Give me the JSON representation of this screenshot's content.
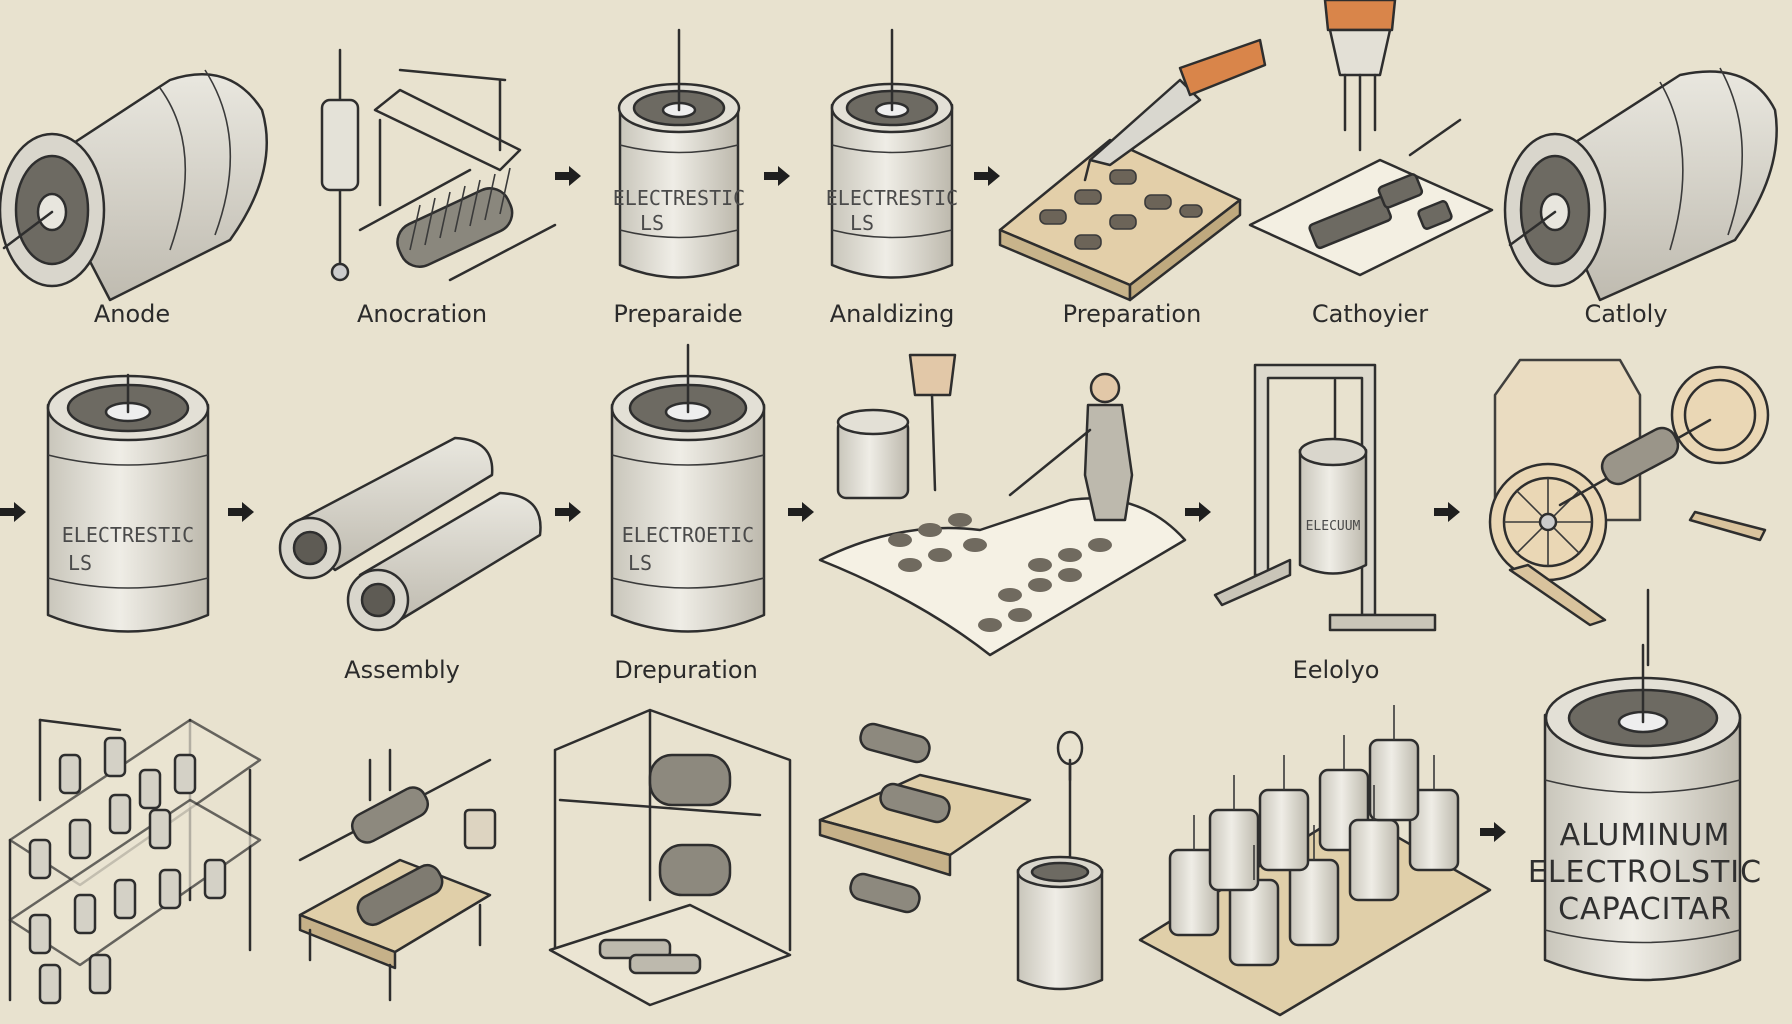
{
  "labels": {
    "anode": "Anode",
    "anodization": "Anocration",
    "preparaide": "Preparaide",
    "analdizing": "Analdizing",
    "preparation_1": "Preparation",
    "cathoyier": "Cathoyier",
    "catholy": "Catloly",
    "assembly": "Assembly",
    "drepuration": "Drepuration",
    "eelolyo": "Eelolyo"
  },
  "can_text": {
    "r1_can1": "ELECTRESTIC",
    "r1_can1_sub": "LS",
    "r1_can2": "ELECTRESTIC",
    "r1_can2_sub": "LS",
    "r2_can1": "ELECTRESTIC",
    "r2_can1_sub": "LS",
    "r2_can2": "ELECTROETIC",
    "r2_can2_sub": "LS",
    "frame_can": "ELECUUM",
    "final_line1": "ALUMINUM",
    "final_line2": "ELECTROLSTIC",
    "final_line3": "CAPACITAR"
  },
  "colors": {
    "background": "#e8e2cf",
    "metal": "#dedbd0",
    "ink": "#2e2e2e",
    "accent_orange": "#d9854a",
    "board": "#e3cfa9"
  }
}
